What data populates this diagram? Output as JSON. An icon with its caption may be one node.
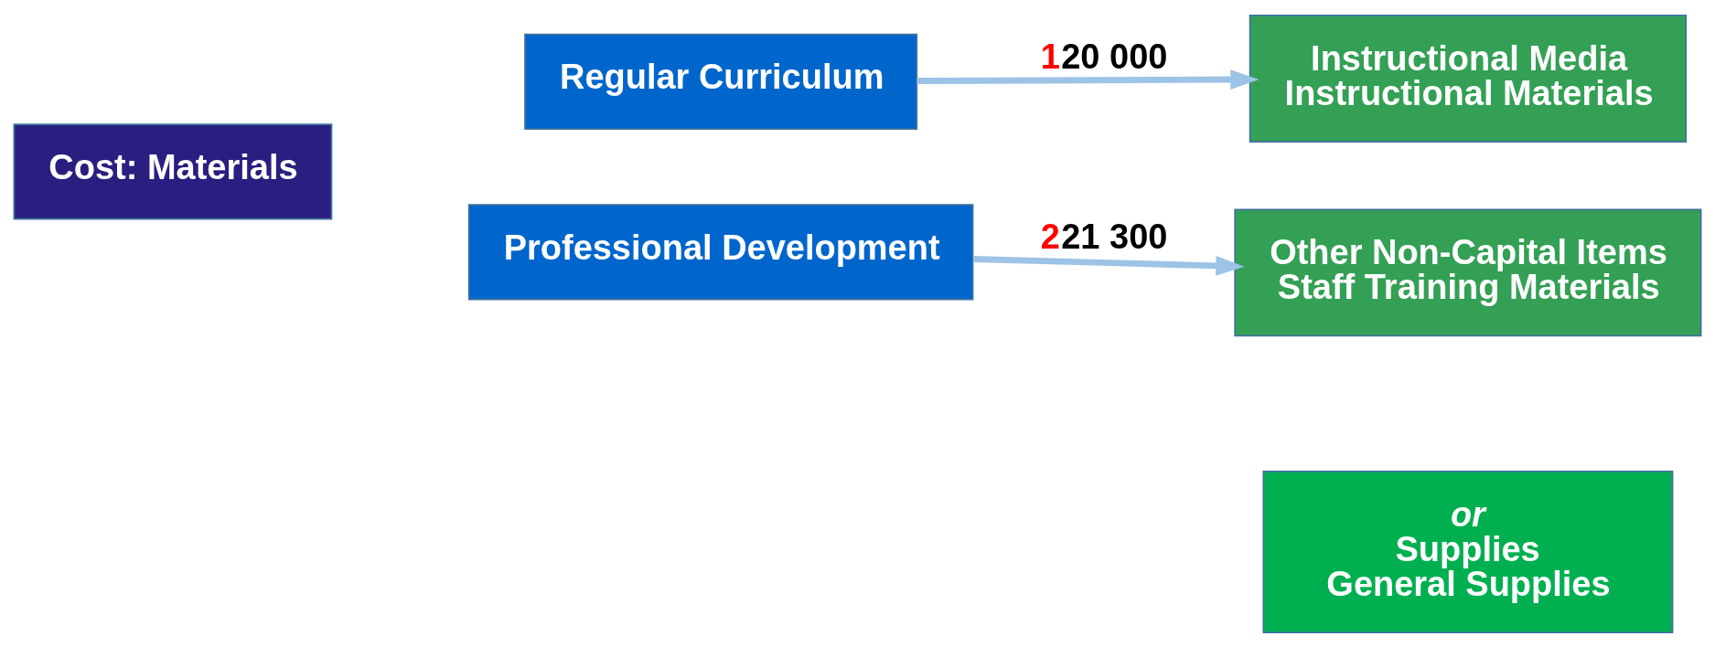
{
  "diagram": {
    "nodes": [
      {
        "text": [
          "Cost: Materials"
        ]
      },
      {
        "text": [
          "Regular Curriculum"
        ]
      },
      {
        "text": [
          "Professional Development"
        ]
      },
      {
        "text": [
          "Instructional Media",
          "Instructional Materials"
        ]
      },
      {
        "text": [
          "Other Non-Capital Items",
          "Staff Training Materials"
        ]
      },
      {
        "text": [
          "or",
          "Supplies",
          "General Supplies"
        ]
      }
    ],
    "edges": [
      {
        "from": 1,
        "to": 3,
        "arrow": "to",
        "label": "120 000"
      },
      {
        "from": 2,
        "to": 4,
        "arrow": "to",
        "label": "221 300"
      }
    ]
  }
}
